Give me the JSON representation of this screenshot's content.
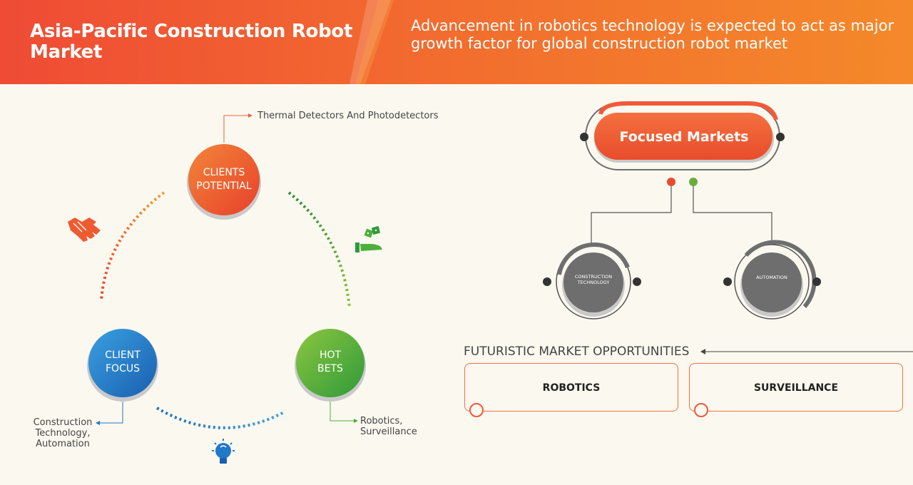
{
  "header": {
    "title": "Asia-Pacific Construction Robot Market",
    "subtitle": "Advancement in robotics technology is expected to act as major growth factor for global construction robot market"
  },
  "cycle": {
    "clients_potential": {
      "label": "CLIENTS POTENTIAL",
      "note": "Thermal Detectors And Photodetectors"
    },
    "client_focus": {
      "label": "CLIENT FOCUS",
      "note": "Construction Technology, Automation"
    },
    "hot_bets": {
      "label": "HOT BETS",
      "note": "Robotics, Surveillance"
    },
    "icons": [
      "handshake-icon",
      "dice-hand-icon",
      "lightbulb-icon"
    ]
  },
  "focused_markets": {
    "label": "Focused Markets",
    "nodes": [
      "CONSTRUCTION TECHNOLOGY",
      "AUTOMATION"
    ]
  },
  "opportunities": {
    "title": "FUTURISTIC MARKET OPPORTUNITIES",
    "items": [
      "ROBOTICS",
      "SURVEILLANCE"
    ]
  },
  "colors": {
    "header_start": "#ef4b35",
    "header_end": "#f4892a",
    "orange": "#f05a2a",
    "blue": "#1f78c8",
    "green": "#4caf3a",
    "grey": "#6e6e6e"
  }
}
